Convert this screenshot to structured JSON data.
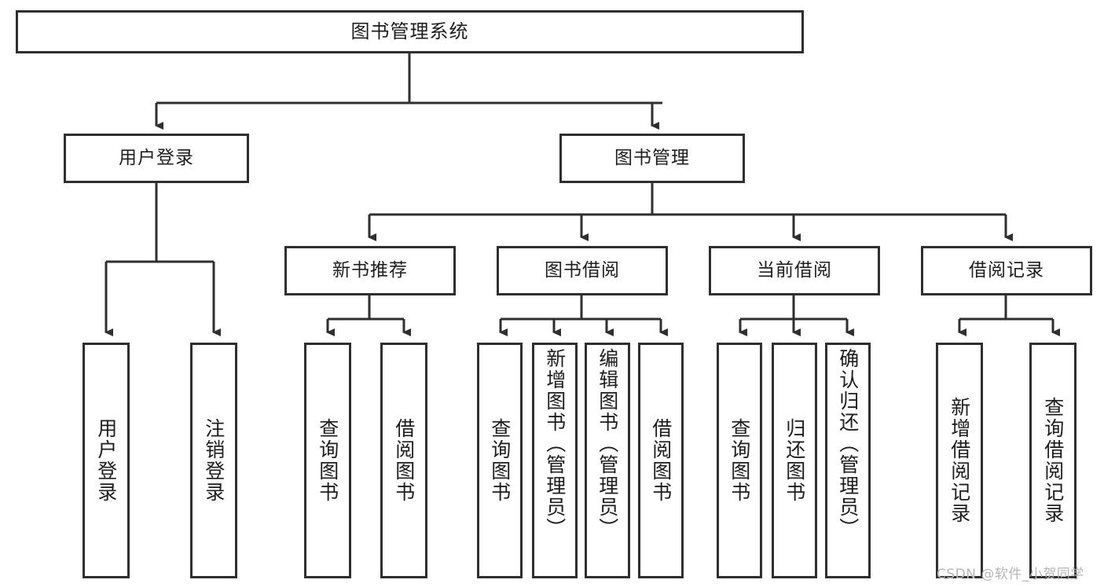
{
  "diagram": {
    "type": "tree",
    "title": "图书管理系统",
    "root": {
      "label": "图书管理系统"
    },
    "level2": [
      {
        "label": "用户登录"
      },
      {
        "label": "图书管理"
      }
    ],
    "level3": [
      {
        "label": "新书推荐"
      },
      {
        "label": "图书借阅"
      },
      {
        "label": "当前借阅"
      },
      {
        "label": "借阅记录"
      }
    ],
    "leaves": {
      "user_login": [
        {
          "label": "用户登录"
        },
        {
          "label": "注销登录"
        }
      ],
      "new_book": [
        {
          "label": "查询图书"
        },
        {
          "label": "借阅图书"
        }
      ],
      "book_borrow": [
        {
          "label": "查询图书"
        },
        {
          "label": "新增图书（管理员）"
        },
        {
          "label": "编辑图书（管理员）"
        },
        {
          "label": "借阅图书"
        }
      ],
      "current_borrow": [
        {
          "label": "查询图书"
        },
        {
          "label": "归还图书"
        },
        {
          "label": "确认归还（管理员）"
        }
      ],
      "borrow_record": [
        {
          "label": "新增借阅记录"
        },
        {
          "label": "查询借阅记录"
        }
      ]
    }
  },
  "watermark": {
    "text": "CSDN @软件_小贺同学"
  },
  "colors": {
    "stroke": "#2f2f2f",
    "fill": "#ffffff",
    "text": "#1d1d1d",
    "watermark": "#b6b6b6"
  }
}
